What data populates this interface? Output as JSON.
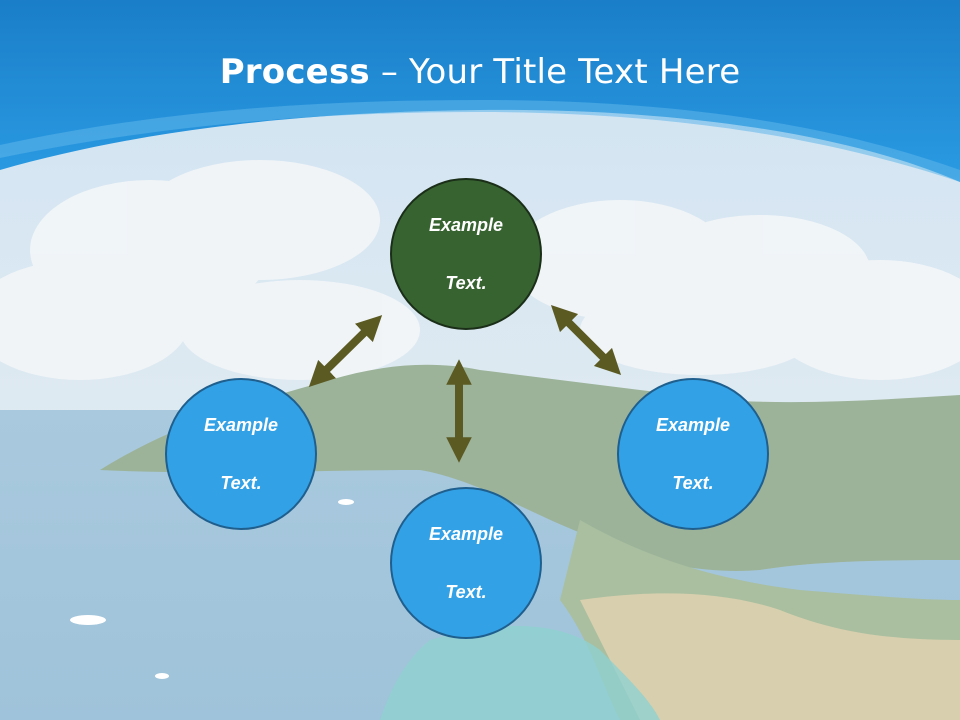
{
  "title": {
    "bold": "Process",
    "rest": " – Your Title Text Here"
  },
  "nodes": {
    "top": {
      "line1": "Example",
      "line2": "Text."
    },
    "left": {
      "line1": "Example",
      "line2": "Text."
    },
    "bottom": {
      "line1": "Example",
      "line2": "Text."
    },
    "right": {
      "line1": "Example",
      "line2": "Text."
    }
  },
  "colors": {
    "header_blue": "#1f8fd8",
    "node_green": "#376330",
    "node_blue": "#33a1e6",
    "arrow": "#5b5a22"
  }
}
